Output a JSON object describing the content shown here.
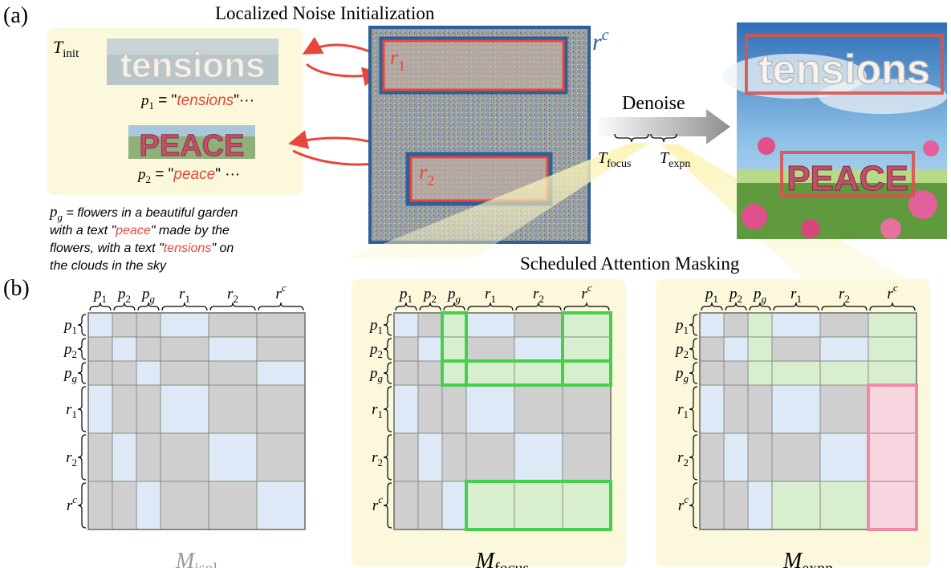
{
  "panel_a": {
    "label": "(a)",
    "title": "Localized Noise Initialization",
    "t_init": {
      "main": "T",
      "sub": "init"
    },
    "prompt1": {
      "var": "p",
      "sub": "1",
      "eq": " = \"",
      "word": "tensions",
      "tail": "\"···"
    },
    "prompt2": {
      "var": "p",
      "sub": "2",
      "eq": " = \"",
      "word": "peace",
      "tail": "\" ···"
    },
    "image1_text": "tensions",
    "image2_text": "PEACE",
    "global_prompt": {
      "var": "p",
      "sub": "g",
      "line1": " = flowers in a beautiful garden",
      "line2a": "with a text \"",
      "line2word": "peace",
      "line2b": "\" made by the",
      "line3a": "flowers, with a text \"",
      "line3word": "tensions",
      "line3b": "\" on",
      "line4": "the clouds in the sky"
    },
    "noise_labels": {
      "rc_main": "r",
      "rc_sup": "c",
      "r1_main": "r",
      "r1_sub": "1",
      "r2_main": "r",
      "r2_sub": "2"
    },
    "denoise_label": "Denoise",
    "t_focus": {
      "main": "T",
      "sub": "focus"
    },
    "t_expn": {
      "main": "T",
      "sub": "expn"
    },
    "result_text_top": "tensions",
    "result_text_bottom": "PEACE"
  },
  "panel_b": {
    "label": "(b)",
    "title": "Scheduled Attention Masking",
    "axis_labels": [
      {
        "main": "p",
        "script": "1",
        "kind": "sub"
      },
      {
        "main": "p",
        "script": "2",
        "kind": "sub"
      },
      {
        "main": "p",
        "script": "g",
        "kind": "sub"
      },
      {
        "main": "r",
        "script": "1",
        "kind": "sub"
      },
      {
        "main": "r",
        "script": "2",
        "kind": "sub"
      },
      {
        "main": "r",
        "script": "c",
        "kind": "sup"
      }
    ],
    "matrices": [
      {
        "name": "M",
        "sub": "isol"
      },
      {
        "name": "M",
        "sub": "focus"
      },
      {
        "name": "M",
        "sub": "expn"
      }
    ]
  },
  "colors": {
    "red": "#e8463a",
    "blue": "#2e5f97",
    "gray_cell": "#cfcfcf",
    "blue_cell": "#dde9f6",
    "green_cell": "#d8efcf",
    "pink_cell": "#f8d6e0",
    "green_border": "#44d04a",
    "pink_border": "#ee8aa4",
    "panel_bg": "#fbf8dc"
  }
}
